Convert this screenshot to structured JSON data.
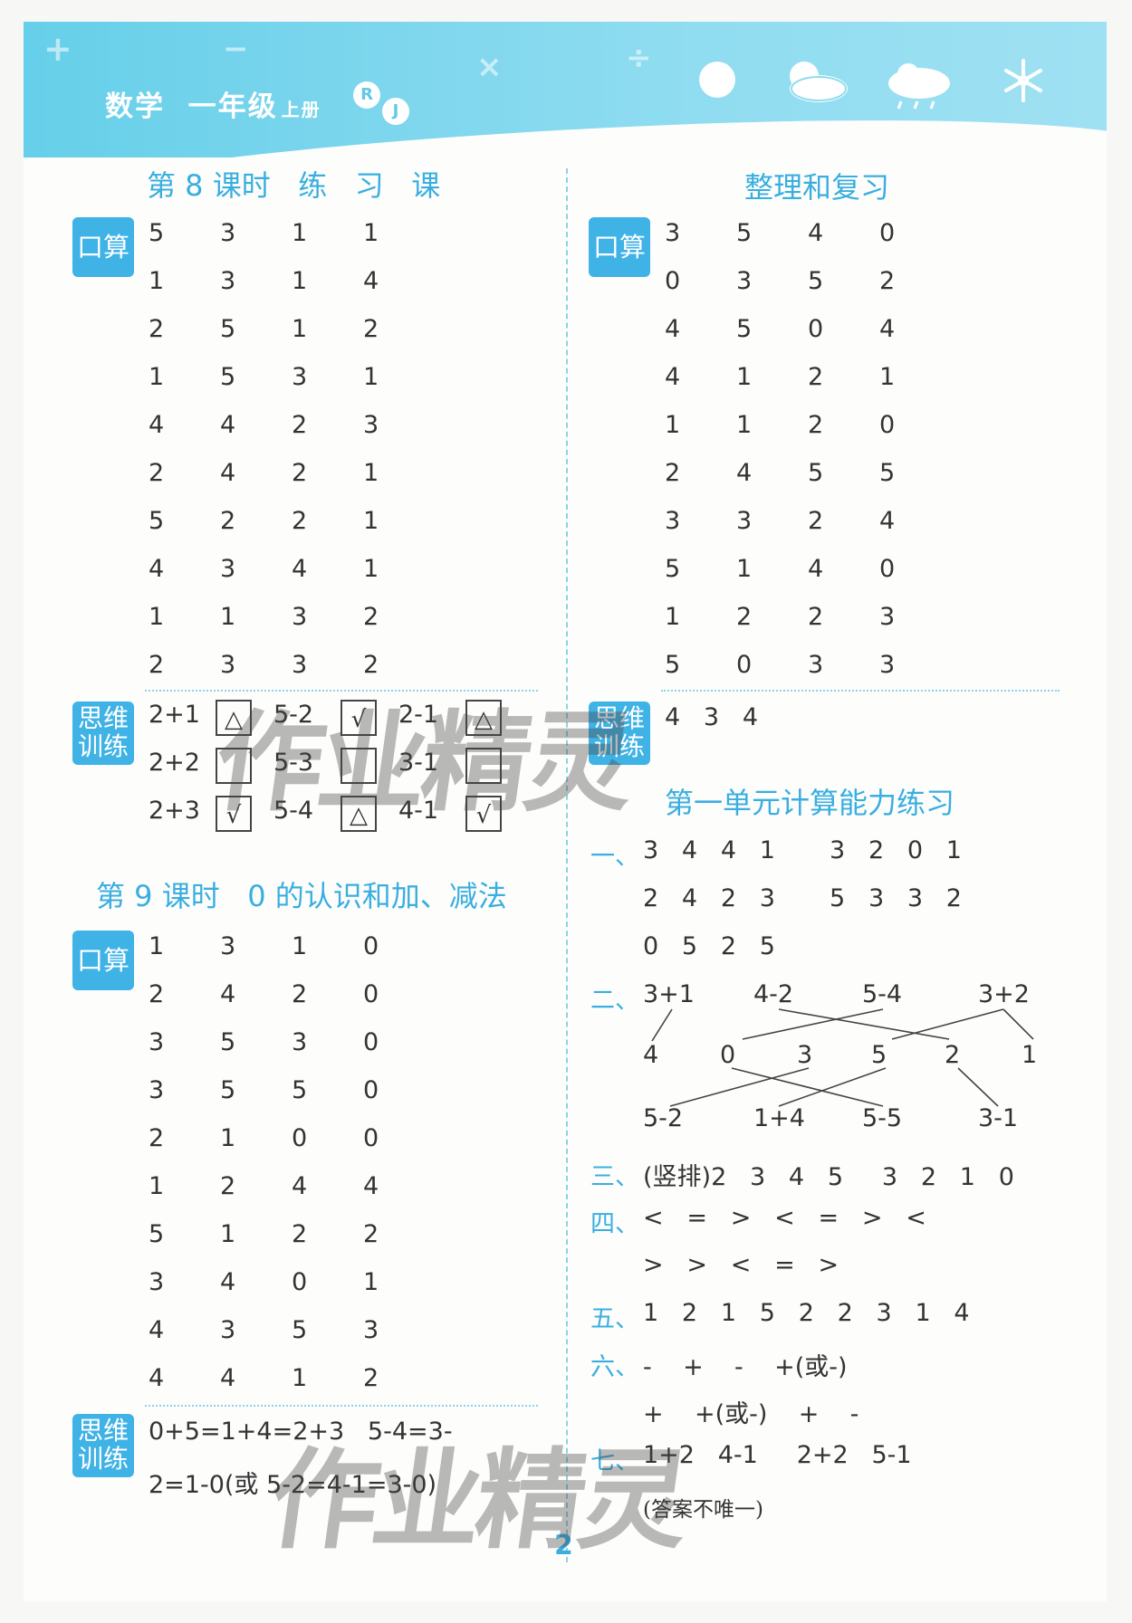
{
  "header": {
    "subject": "数学",
    "grade": "一年级",
    "volume": "上册",
    "edition_r": "R",
    "edition_j": "J"
  },
  "left": {
    "lesson8": {
      "title": "第 8 课时   练   习   课",
      "kousuan_label": "口算",
      "rows": [
        [
          "5",
          "3",
          "1",
          "1"
        ],
        [
          "1",
          "3",
          "1",
          "4"
        ],
        [
          "2",
          "5",
          "1",
          "2"
        ],
        [
          "1",
          "5",
          "3",
          "1"
        ],
        [
          "4",
          "4",
          "2",
          "3"
        ],
        [
          "2",
          "4",
          "2",
          "1"
        ],
        [
          "5",
          "2",
          "2",
          "1"
        ],
        [
          "4",
          "3",
          "4",
          "1"
        ],
        [
          "1",
          "1",
          "3",
          "2"
        ],
        [
          "2",
          "3",
          "3",
          "2"
        ]
      ],
      "siwei_label": "思维训练",
      "siwei": [
        [
          "2+1",
          "△",
          "5-2",
          "√",
          "2-1",
          "△"
        ],
        [
          "2+2",
          "",
          "5-3",
          "",
          "3-1",
          ""
        ],
        [
          "2+3",
          "√",
          "5-4",
          "△",
          "4-1",
          "√"
        ]
      ]
    },
    "lesson9": {
      "title": "第 9 课时   0 的认识和加、减法",
      "kousuan_label": "口算",
      "rows": [
        [
          "1",
          "3",
          "1",
          "0"
        ],
        [
          "2",
          "4",
          "2",
          "0"
        ],
        [
          "3",
          "5",
          "3",
          "0"
        ],
        [
          "3",
          "5",
          "5",
          "0"
        ],
        [
          "2",
          "1",
          "0",
          "0"
        ],
        [
          "1",
          "2",
          "4",
          "4"
        ],
        [
          "5",
          "1",
          "2",
          "2"
        ],
        [
          "3",
          "4",
          "0",
          "1"
        ],
        [
          "4",
          "3",
          "5",
          "3"
        ],
        [
          "4",
          "4",
          "1",
          "2"
        ]
      ],
      "siwei_label": "思维训练",
      "siwei_line1": "0+5=1+4=2+3   5-4=3-",
      "siwei_line2": "2=1-0(或 5-2=4-1=3-0)"
    }
  },
  "right": {
    "review": {
      "title": "整理和复习",
      "kousuan_label": "口算",
      "rows": [
        [
          "3",
          "5",
          "4",
          "0"
        ],
        [
          "0",
          "3",
          "5",
          "2"
        ],
        [
          "4",
          "5",
          "0",
          "4"
        ],
        [
          "4",
          "1",
          "2",
          "1"
        ],
        [
          "1",
          "1",
          "2",
          "0"
        ],
        [
          "2",
          "4",
          "5",
          "5"
        ],
        [
          "3",
          "3",
          "2",
          "4"
        ],
        [
          "5",
          "1",
          "4",
          "0"
        ],
        [
          "1",
          "2",
          "2",
          "3"
        ],
        [
          "5",
          "0",
          "3",
          "3"
        ]
      ],
      "siwei_label": "思维训练",
      "siwei": "4   3   4"
    },
    "unit": {
      "title": "第一单元计算能力练习",
      "q1_num": "一、",
      "q1_rows": [
        "3   4   4   1       3   2   0   1",
        "2   4   2   3       5   3   3   2",
        "0   5   2   5"
      ],
      "q2_num": "二、",
      "q2_top": [
        "3+1",
        "4-2",
        "5-4",
        "3+2"
      ],
      "q2_mid": [
        "4",
        "0",
        "3",
        "5",
        "2",
        "1"
      ],
      "q2_bot": [
        "5-2",
        "1+4",
        "5-5",
        "3-1"
      ],
      "q3_num": "三、",
      "q3": "(竖排)2   3   4   5     3   2   1   0",
      "q4_num": "四、",
      "q4_row1": "<   =   >   <   =   >   <",
      "q4_row2": ">   >   <   =   >",
      "q5_num": "五、",
      "q5": "1   2   1   5   2   2   3   1   4",
      "q6_num": "六、",
      "q6_row1": "-    +    -    +(或-)",
      "q6_row2": "+    +(或-)    +    -",
      "q7_num": "七、",
      "q7": "1+2   4-1     2+2   5-1",
      "q7_note": "(答案不唯一)"
    }
  },
  "page_number": "2",
  "watermark": "作业精灵"
}
